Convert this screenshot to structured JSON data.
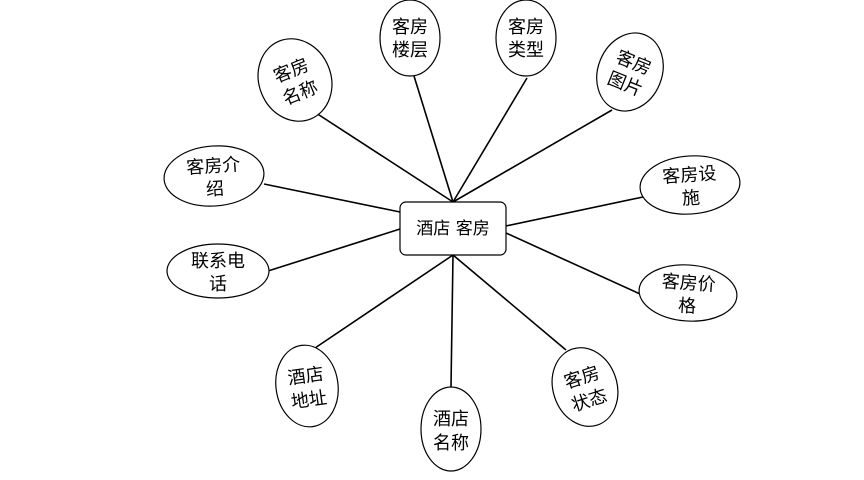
{
  "entity": {
    "label": "酒店 客房"
  },
  "attributes": [
    {
      "id": "room-name",
      "line1": "客房",
      "line2": "名称"
    },
    {
      "id": "room-floor",
      "line1": "客房",
      "line2": "楼层"
    },
    {
      "id": "room-type",
      "line1": "客房",
      "line2": "类型"
    },
    {
      "id": "room-image",
      "line1": "客房",
      "line2": "图片"
    },
    {
      "id": "room-intro",
      "line1": "客房介",
      "line2": "绍"
    },
    {
      "id": "room-facility",
      "line1": "客房设",
      "line2": "施"
    },
    {
      "id": "contact-phone",
      "line1": "联系电",
      "line2": "话"
    },
    {
      "id": "room-price",
      "line1": "客房价",
      "line2": "格"
    },
    {
      "id": "hotel-address",
      "line1": "酒店",
      "line2": "地址"
    },
    {
      "id": "room-status",
      "line1": "客房",
      "line2": "状态"
    },
    {
      "id": "hotel-name",
      "line1": "酒店",
      "line2": "名称"
    }
  ]
}
